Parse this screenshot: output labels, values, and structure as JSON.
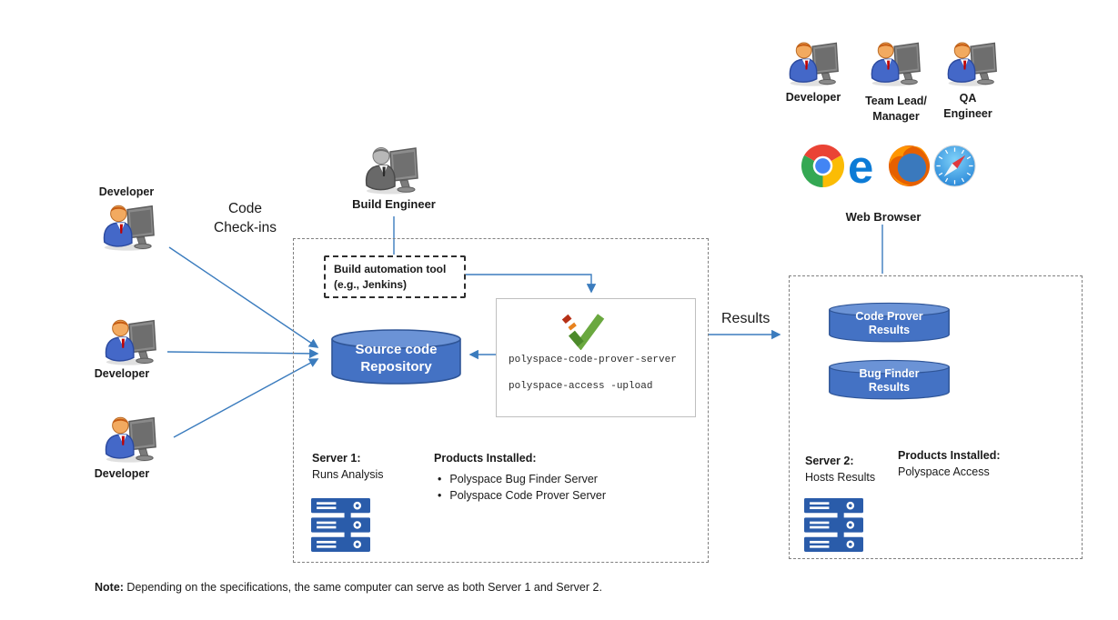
{
  "left_panel": {
    "developers": [
      "Developer",
      "Developer",
      "Developer"
    ],
    "code_checkins_label": "Code\nCheck-ins"
  },
  "analysis_server_box": {
    "build_engineer_label": "Build Engineer",
    "build_automation_label": "Build automation tool\n(e.g., Jenkins)",
    "repository_label": "Source code\nRepository",
    "commands": [
      "polyspace-code-prover-server",
      "polyspace-access -upload"
    ],
    "server_title": "Server 1:",
    "server_role": "Runs Analysis",
    "products_title": "Products Installed:",
    "bullet": "•",
    "products": [
      "Polyspace Bug Finder Server",
      "Polyspace Code Prover Server"
    ]
  },
  "results_arrow_label": "Results",
  "access_server_box": {
    "cylinders": [
      "Code Prover\nResults",
      "Bug Finder\nResults"
    ],
    "server_title": "Server 2:",
    "server_role": "Hosts Results",
    "products_title": "Products Installed:",
    "products": [
      "Polyspace Access"
    ]
  },
  "review_panel": {
    "viewer_labels": [
      "Developer",
      "Team Lead/\nManager",
      "QA\nEngineer"
    ],
    "browsers": [
      "Chrome",
      "Edge",
      "Firefox",
      "Safari"
    ],
    "web_browser_label": "Web Browser"
  },
  "note": {
    "prefix": "Note:",
    "body": " Depending on the specifications, the same computer can serve as both Server 1 and Server 2."
  },
  "colors": {
    "connector_blue": "#3b7cbe",
    "cylinder_body": "#4472c4",
    "cylinder_top": "#6b93d6",
    "cylinder_stroke": "#2f5597",
    "server_icon_blue": "#2a5caa"
  }
}
